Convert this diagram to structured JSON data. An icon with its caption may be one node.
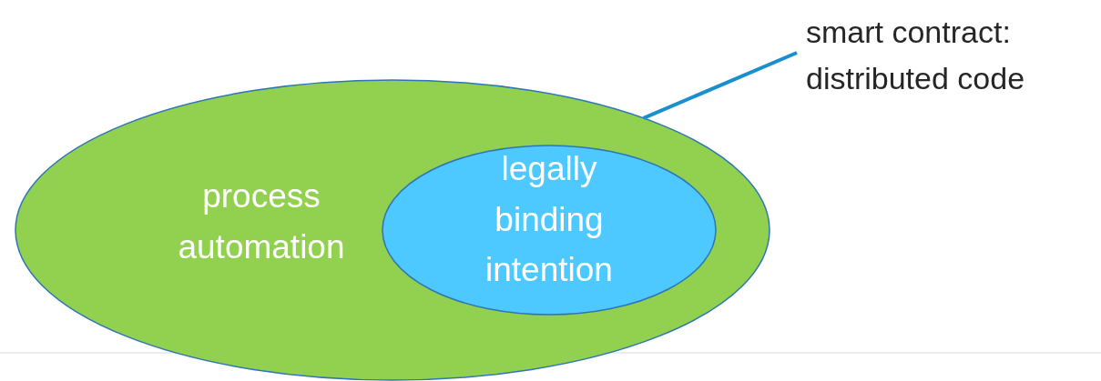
{
  "diagram": {
    "nodes": [
      {
        "text": [
          "process automation"
        ]
      },
      {
        "text": [
          "legally binding intention"
        ],
        "in": 0
      },
      {
        "text": [
          "smart contract: distributed code"
        ]
      }
    ],
    "edges": [
      {
        "from": 2,
        "to": 0,
        "arrow": "none",
        "color": "#1a8fcf"
      }
    ]
  }
}
